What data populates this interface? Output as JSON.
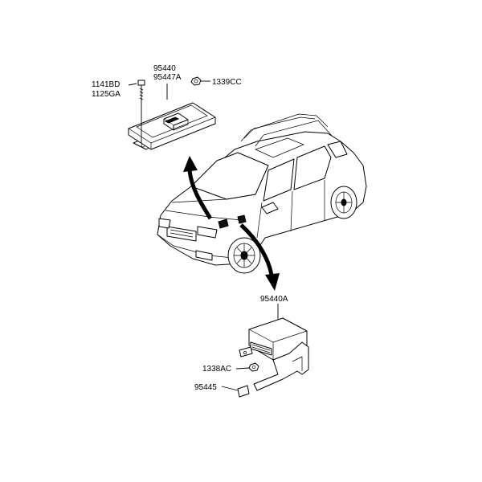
{
  "labels": {
    "upper_part_no": "95440",
    "upper_part_alt": "95447A",
    "bolt_a": "1141BD",
    "bolt_b": "1125GA",
    "nut_upper": "1339CC",
    "lower_part_no": "95440A",
    "nut_lower": "1338AC",
    "bracket": "95445"
  }
}
